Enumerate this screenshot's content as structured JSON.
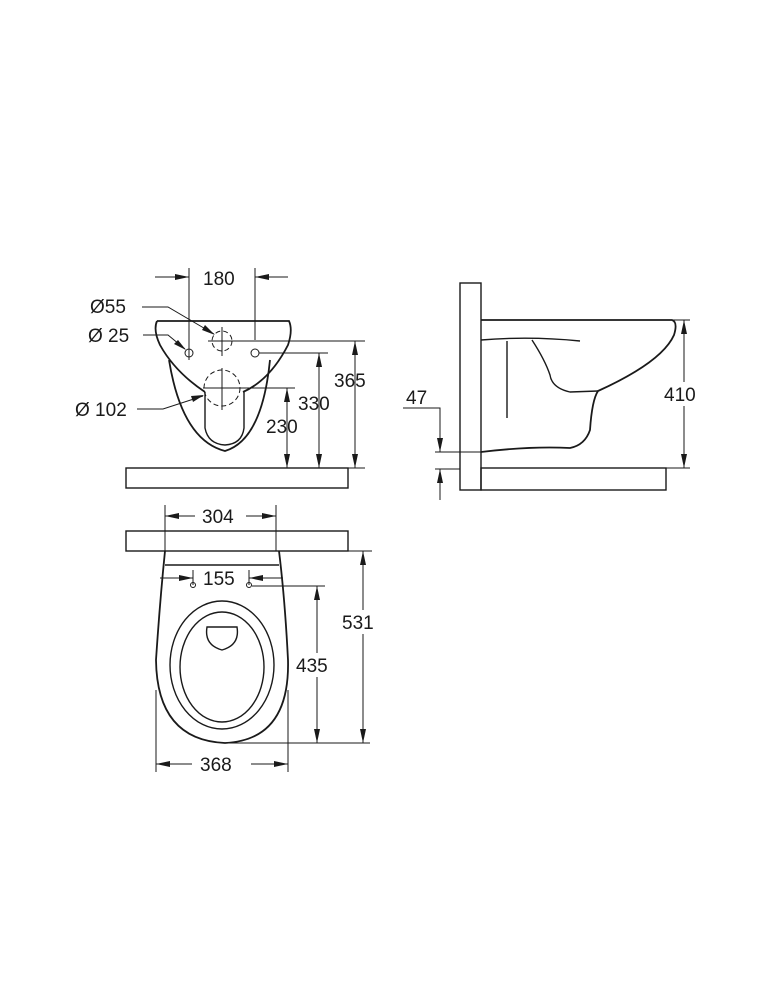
{
  "diagram": {
    "type": "technical-dimension-drawing",
    "subject": "wall-hung toilet",
    "units": "mm",
    "line_color": "#1a1a1a",
    "background": "#ffffff"
  },
  "front_view": {
    "dimensions": {
      "mount_hole_spacing": "180",
      "flush_inlet_diameter": "Ø55",
      "mount_hole_diameter": "Ø 25",
      "outlet_diameter": "Ø 102",
      "outlet_height": "230",
      "mount_hole_height": "330",
      "inlet_height": "365"
    }
  },
  "side_view": {
    "dimensions": {
      "floor_gap": "47",
      "bowl_height": "410"
    }
  },
  "plan_view": {
    "dimensions": {
      "wall_width": "304",
      "mount_hole_spacing": "155",
      "hole_to_front": "435",
      "projection": "531",
      "bowl_width": "368"
    }
  }
}
